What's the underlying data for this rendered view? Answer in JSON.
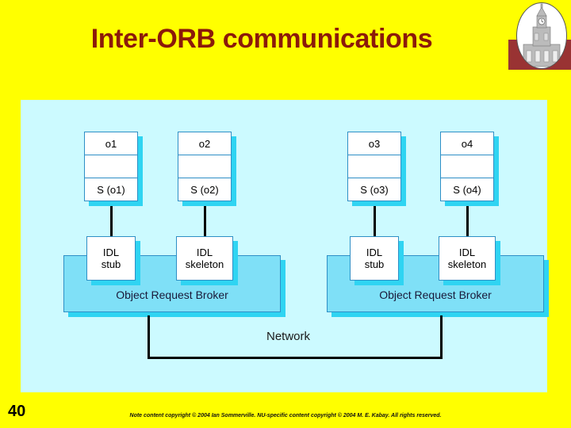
{
  "slide": {
    "title": "Inter-ORB communications",
    "number": "40",
    "footer_note": "Note content copyright © 2004 Ian Sommerville. NU-specific content copyright © 2004 M. E. Kabay.  All rights reserved.",
    "background_color": "#FFFF00",
    "title_color": "#8B1A0A",
    "panel_color": "#CCFAFF"
  },
  "logo": {
    "name": "university-clock-tower-logo",
    "band_color": "#993333",
    "oval_color": "#FFFFFF"
  },
  "diagram": {
    "network_label": "Network",
    "objects": [
      {
        "id": "o1",
        "label": "o1",
        "skeleton_label": "S (o1)",
        "empty_label": ""
      },
      {
        "id": "o2",
        "label": "o2",
        "skeleton_label": "S (o2)",
        "empty_label": ""
      },
      {
        "id": "o3",
        "label": "o3",
        "skeleton_label": "S (o3)",
        "empty_label": ""
      },
      {
        "id": "o4",
        "label": "o4",
        "skeleton_label": "S (o4)",
        "empty_label": ""
      }
    ],
    "idl_boxes": [
      {
        "id": "idl-stub-left",
        "line1": "IDL",
        "line2": "stub"
      },
      {
        "id": "idl-skeleton-left",
        "line1": "IDL",
        "line2": "skeleton"
      },
      {
        "id": "idl-stub-right",
        "line1": "IDL",
        "line2": "stub"
      },
      {
        "id": "idl-skeleton-right",
        "line1": "IDL",
        "line2": "skeleton"
      }
    ],
    "orbs": [
      {
        "id": "orb-left",
        "label": "Object Request Broker"
      },
      {
        "id": "orb-right",
        "label": "Object Request Broker"
      }
    ],
    "colors": {
      "box_fill": "#FFFFFF",
      "box_border": "#2E8FC6",
      "box_shadow": "#2FD4F2",
      "orb_fill": "#7FE0F7",
      "connector": "#000000"
    }
  }
}
